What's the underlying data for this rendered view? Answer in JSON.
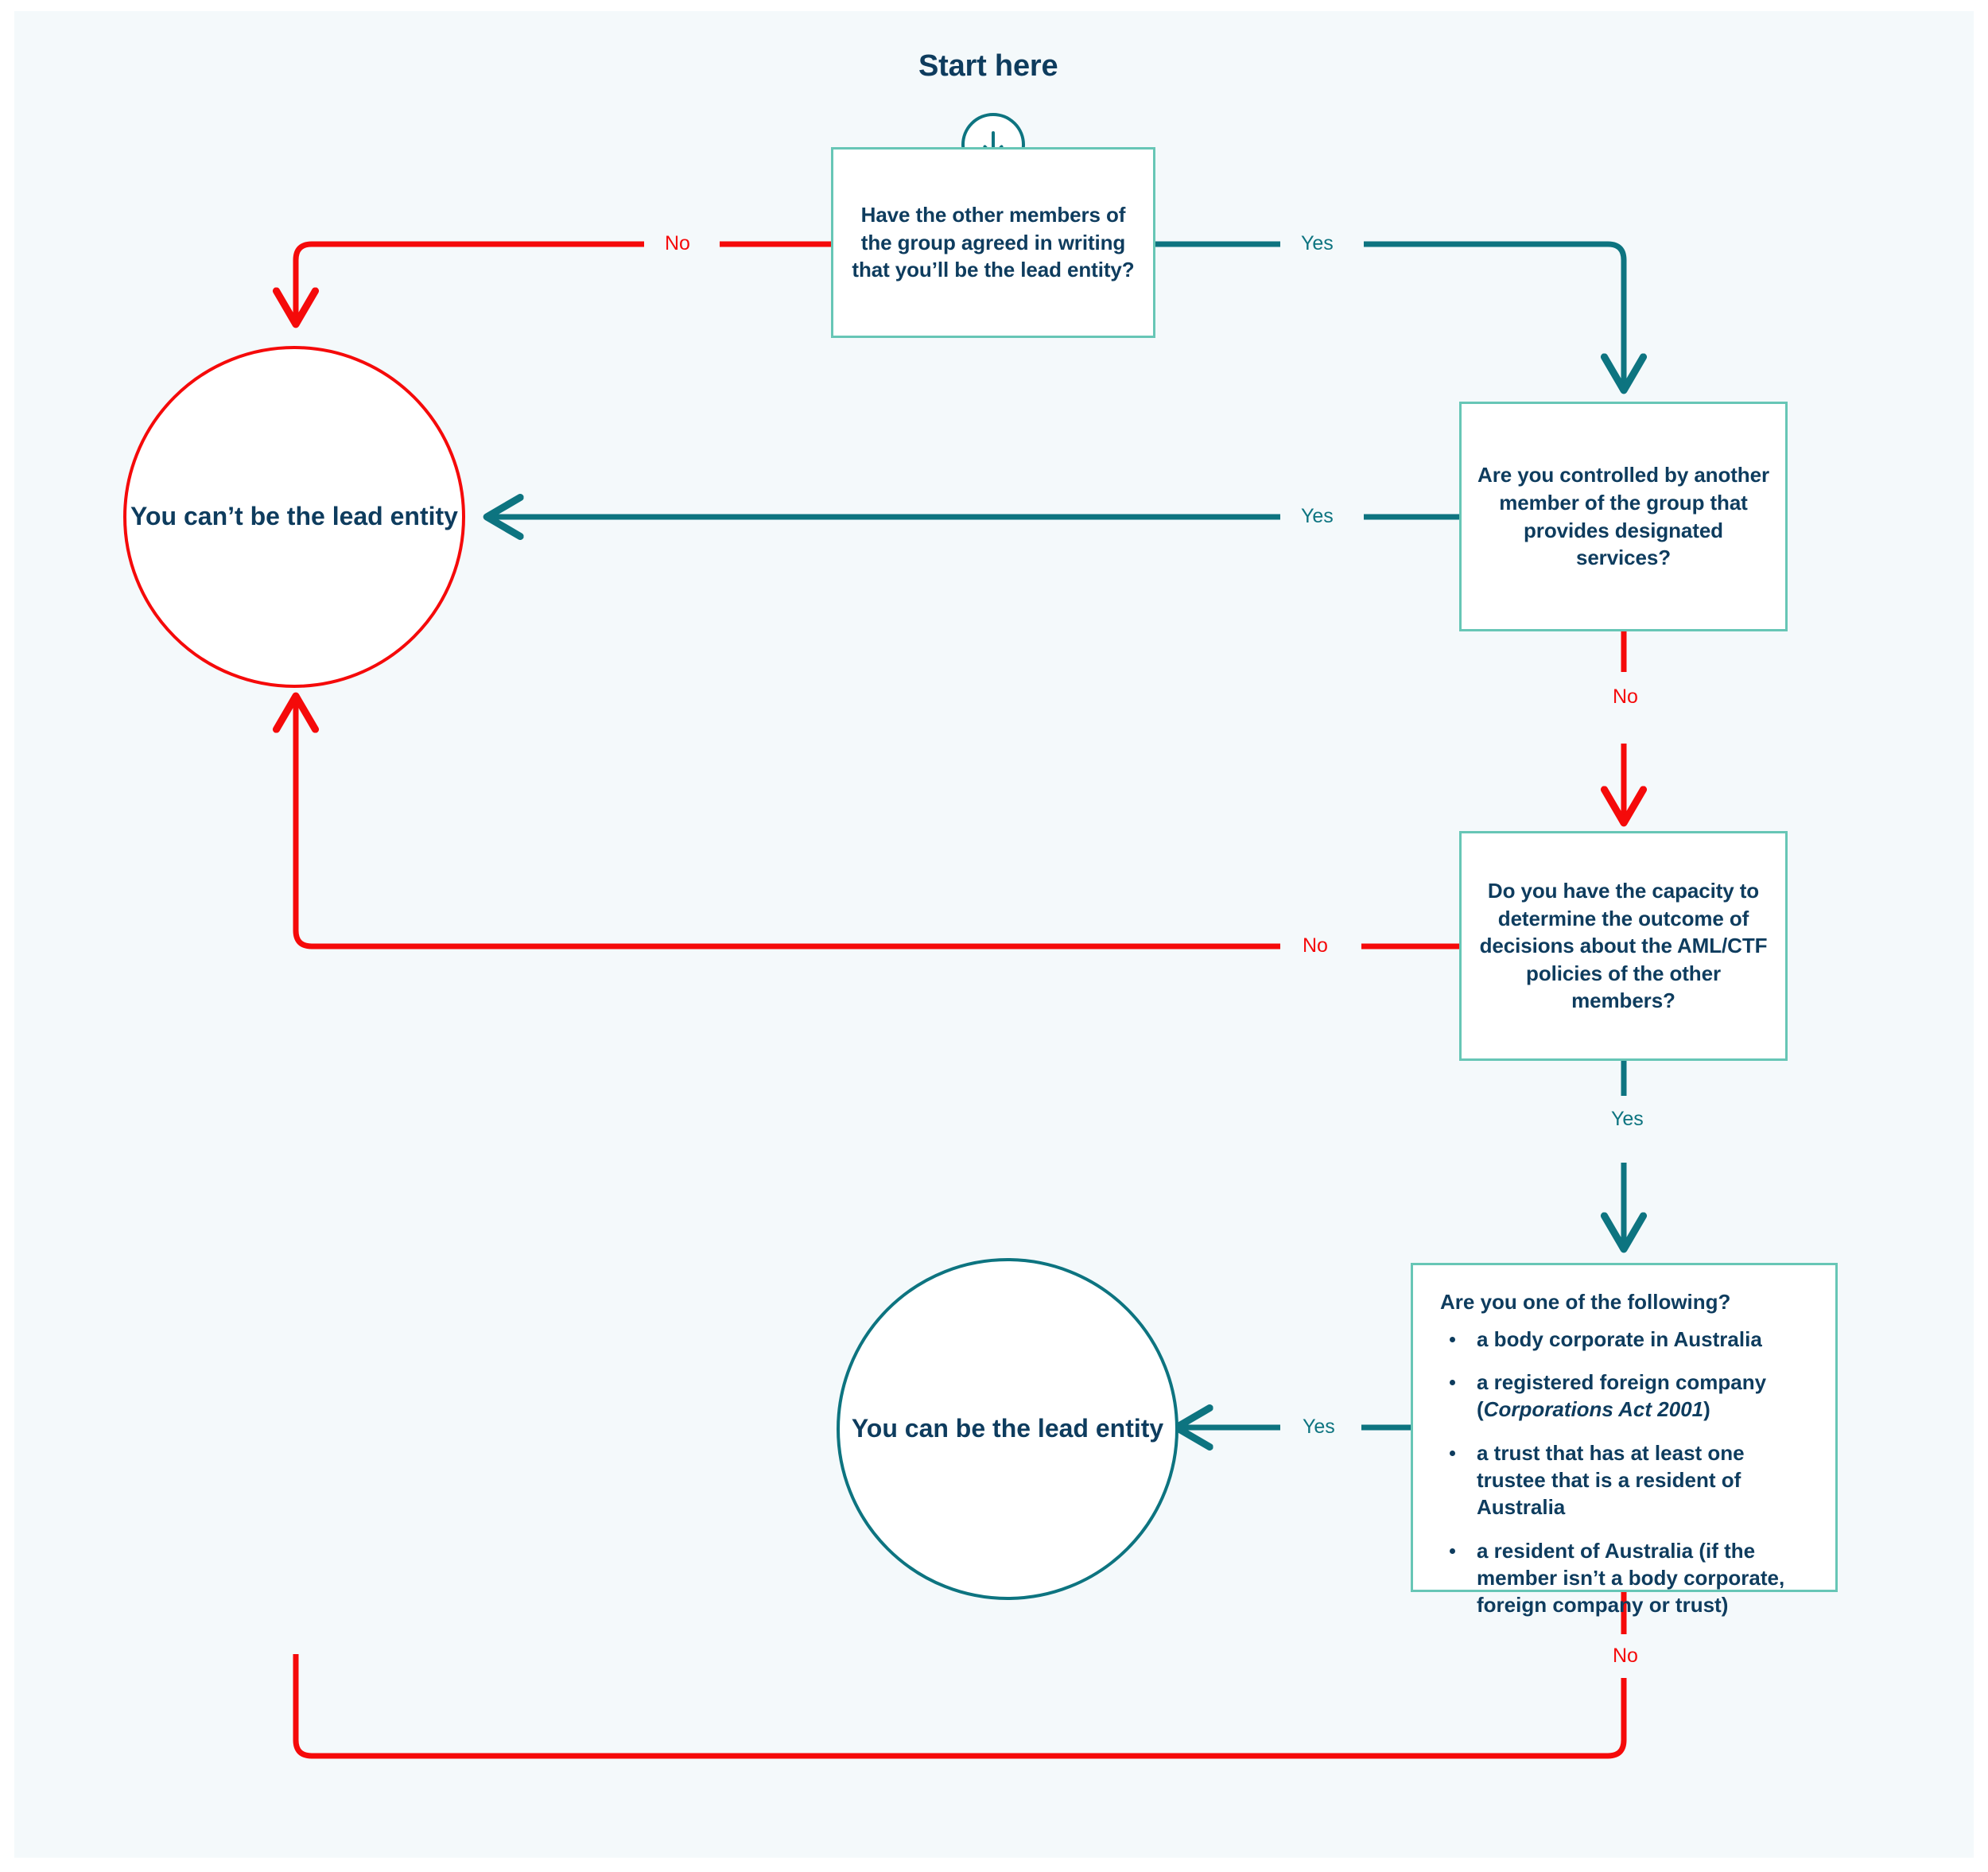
{
  "meta": {
    "start_label": "Start here",
    "start_icon": "down-arrow-icon",
    "background_color": "#f4f9fb",
    "box_border_color": "#67c6b6",
    "text_color": "#0e3c5e",
    "yes_color": "#0d7480",
    "no_color": "#f50a0a"
  },
  "nodes": {
    "q1": {
      "text": "Have the other members of the group agreed in writing that you’ll be the lead entity?"
    },
    "q2": {
      "text": "Are you controlled by another member of the group that provides designated services?"
    },
    "q3": {
      "text": "Do you have the capacity to determine the outcome of decisions about the AML/CTF policies of the other members?"
    },
    "q4": {
      "lead": "Are you one of the following?",
      "bullets": [
        {
          "pre": "a body corporate in Australia",
          "italic": "",
          "post": ""
        },
        {
          "pre": "a registered foreign company (",
          "italic": "Corporations Act 2001",
          "post": ")"
        },
        {
          "pre": "a trust that has at least one trustee that is a resident of Australia",
          "italic": "",
          "post": ""
        },
        {
          "pre": "a resident of Australia (if the member isn’t a body corporate, foreign company or trust)",
          "italic": "",
          "post": ""
        }
      ]
    },
    "outcome_no": {
      "text": "You can’t be the lead entity"
    },
    "outcome_yes": {
      "text": "You can be the lead entity"
    }
  },
  "edges": {
    "q1_no": "No",
    "q1_yes": "Yes",
    "q2_yes": "Yes",
    "q2_no": "No",
    "q3_no": "No",
    "q3_yes": "Yes",
    "q4_yes": "Yes",
    "q4_no": "No"
  }
}
